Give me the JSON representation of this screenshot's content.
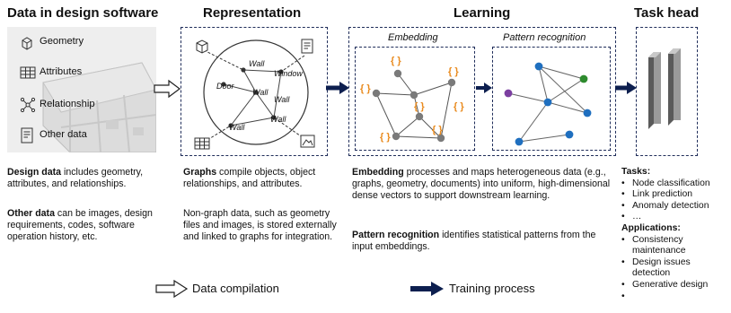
{
  "titles": {
    "design": "Data in design software",
    "representation": "Representation",
    "learning": "Learning",
    "task_head": "Task head"
  },
  "design_items": [
    "Geometry",
    "Attributes",
    "Relationship",
    "Other data"
  ],
  "design_text": {
    "p1_bold": "Design data",
    "p1_rest": " includes geometry, attributes, and relationships.",
    "p2_bold": "Other data",
    "p2_rest": " can be images, design requirements, codes, software operation history, etc."
  },
  "graph_labels": {
    "wall_1": "Wall",
    "wall_2": "Wall",
    "wall_3": "Wall",
    "wall_4": "Wall",
    "wall_5": "Wall",
    "door": "Door",
    "window": "Window"
  },
  "representation_text": {
    "p1_bold": "Graphs",
    "p1_rest": " compile objects, object relationships, and attributes.",
    "p2": "Non-graph data, such as geometry files and images, is stored externally and linked to graphs for integration."
  },
  "learning": {
    "embedding_label": "Embedding",
    "pattern_label": "Pattern recognition",
    "p1_bold": "Embedding",
    "p1_rest": " processes and maps heterogeneous data (e.g., graphs, geometry, documents) into uniform, high-dimensional dense vectors to support downstream learning.",
    "p2_bold": "Pattern recognition",
    "p2_rest": " identifies statistical patterns from the input embeddings."
  },
  "embedding_glyph": "{ }",
  "tasks": {
    "tasks_title": "Tasks:",
    "task_items": [
      "Node classification",
      "Link prediction",
      "Anomaly detection",
      "…"
    ],
    "apps_title": "Applications:",
    "app_items": [
      "Consistency maintenance",
      "Design issues detection",
      "Generative design",
      ""
    ],
    "bullet": "•"
  },
  "legend": {
    "compilation": "Data compilation",
    "training": "Training process"
  },
  "colors": {
    "dark_navy": "#0d1f4f",
    "bracket_orange": "#e98a1d",
    "node_gray": "#7a7a7a",
    "node_blue": "#1f6fbf",
    "node_green": "#2e8b2e",
    "node_purple": "#7b3fa0"
  }
}
